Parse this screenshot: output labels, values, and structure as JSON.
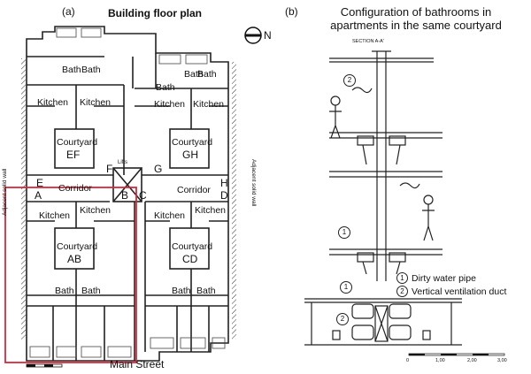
{
  "left_panel": {
    "marker": "(a)",
    "title": "Building floor plan",
    "north_label": "N",
    "lifts_label": "Lifts",
    "street_label": "Main Street",
    "adjacent_wall_left": "Adjacent solid wall",
    "adjacent_wall_right": "Adjacent solid wall",
    "letters": {
      "A": "A",
      "B": "B",
      "C": "C",
      "D": "D",
      "E": "E",
      "F": "F",
      "G": "G",
      "H": "H"
    },
    "rooms": {
      "bath": "Bath",
      "kitchen": "Kitchen",
      "courtyard": "Courtyard",
      "corridor": "Corridor",
      "ef": "EF",
      "gh": "GH",
      "ab": "AB",
      "cd": "CD"
    },
    "highlight_color": "#d9283b"
  },
  "right_panel": {
    "marker": "(b)",
    "title_line1": "Configuration of bathrooms in",
    "title_line2": "apartments in the same courtyard",
    "section_label": "SECTION A-A'",
    "callout_1": "1",
    "callout_2": "2",
    "legend": [
      {
        "num": "1",
        "text": "Dirty water pipe"
      },
      {
        "num": "2",
        "text": "Vertical ventilation duct"
      }
    ],
    "scale_ticks": [
      "0",
      "1,00",
      "2,00",
      "3,00"
    ]
  }
}
